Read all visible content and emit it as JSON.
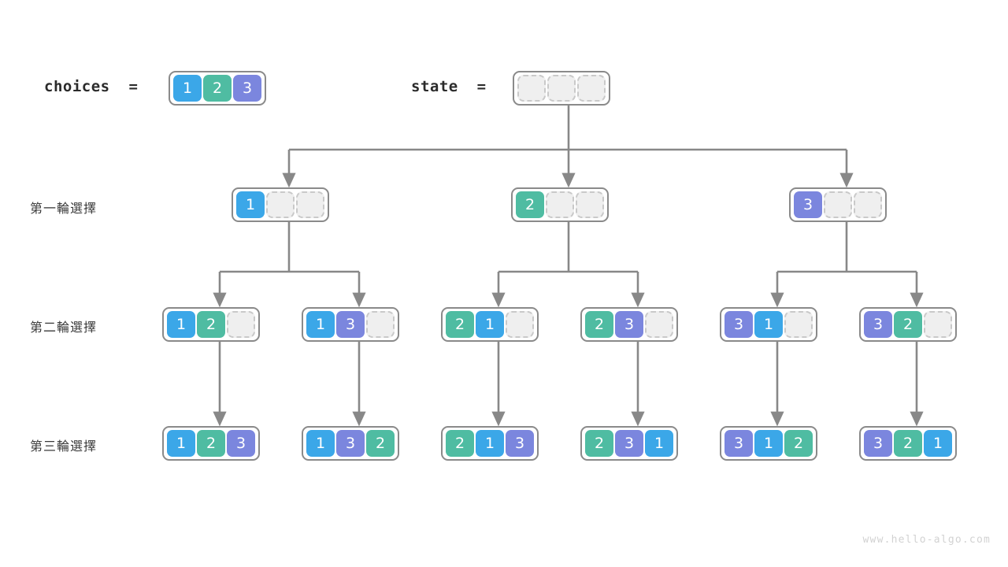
{
  "meta": {
    "watermark": "www.hello-algo.com",
    "line_color": "#888888",
    "box_border_color": "#8a8a8a",
    "empty_cell_bg": "#efefef",
    "empty_cell_border": "#c9c9c9",
    "colors": {
      "1": "#3ba7e8",
      "2": "#4fbca2",
      "3": "#7b86de"
    }
  },
  "header": {
    "choices_label": "choices  =",
    "choices_values": [
      "1",
      "2",
      "3"
    ],
    "state_label": "state  =",
    "state_values": [
      "",
      "",
      ""
    ]
  },
  "rows": [
    {
      "caption": "第一輪選擇",
      "nodes": [
        {
          "values": [
            "1",
            "",
            ""
          ]
        },
        {
          "values": [
            "2",
            "",
            ""
          ]
        },
        {
          "values": [
            "3",
            "",
            ""
          ]
        }
      ]
    },
    {
      "caption": "第二輪選擇",
      "nodes": [
        {
          "values": [
            "1",
            "2",
            ""
          ]
        },
        {
          "values": [
            "1",
            "3",
            ""
          ]
        },
        {
          "values": [
            "2",
            "1",
            ""
          ]
        },
        {
          "values": [
            "2",
            "3",
            ""
          ]
        },
        {
          "values": [
            "3",
            "1",
            ""
          ]
        },
        {
          "values": [
            "3",
            "2",
            ""
          ]
        }
      ]
    },
    {
      "caption": "第三輪選擇",
      "nodes": [
        {
          "values": [
            "1",
            "2",
            "3"
          ]
        },
        {
          "values": [
            "1",
            "3",
            "2"
          ]
        },
        {
          "values": [
            "2",
            "1",
            "3"
          ]
        },
        {
          "values": [
            "2",
            "3",
            "1"
          ]
        },
        {
          "values": [
            "3",
            "1",
            "2"
          ]
        },
        {
          "values": [
            "3",
            "2",
            "1"
          ]
        }
      ]
    }
  ]
}
